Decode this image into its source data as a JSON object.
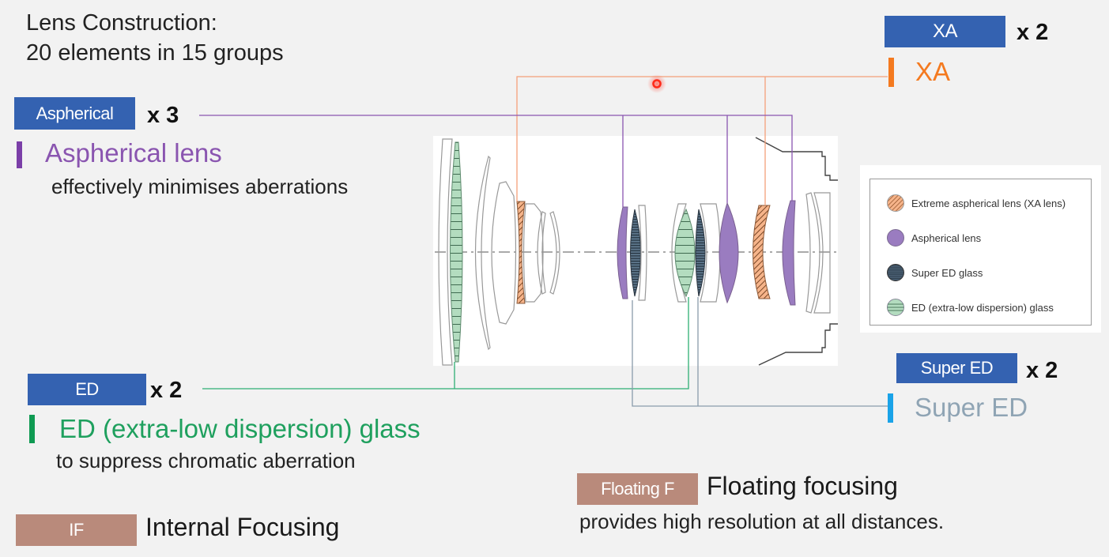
{
  "title": {
    "line1": "Lens Construction:",
    "line2": "20 elements in 15 groups"
  },
  "features": {
    "aspherical": {
      "badge": "Aspherical",
      "count": "x 3",
      "heading": "Aspherical lens",
      "description": "effectively minimises aberrations",
      "color": "#8a55b0"
    },
    "xa": {
      "badge": "XA",
      "count": "x 2",
      "heading": "XA",
      "color": "#f47a20"
    },
    "ed": {
      "badge": "ED",
      "count": "x 2",
      "heading": "ED (extra-low dispersion) glass",
      "description": "to suppress chromatic aberration",
      "color": "#1fa05e"
    },
    "super_ed": {
      "badge": "Super ED",
      "count": "x 2",
      "heading": "Super ED",
      "color": "#1aa3e8",
      "text_color": "#8fa4b4"
    },
    "internal_focusing": {
      "badge": "IF",
      "label": "Internal Focusing"
    },
    "floating_focusing": {
      "badge": "Floating F",
      "label": "Floating focusing",
      "description": "provides high resolution at all distances."
    }
  },
  "legend": {
    "items": [
      {
        "label": "Extreme aspherical lens (XA lens)",
        "icon": "xa-hatched-orange"
      },
      {
        "label": "Aspherical lens",
        "icon": "aspherical-purple"
      },
      {
        "label": "Super ED glass",
        "icon": "super-ed-dark-striped"
      },
      {
        "label": "ED (extra-low dispersion) glass",
        "icon": "ed-green-striped"
      }
    ]
  },
  "colors": {
    "badge_blue": "#3462b1",
    "badge_brown": "#b98a7b",
    "xa_fill": "#f6b48a",
    "aspherical_fill": "#9a7cc0",
    "super_ed_fill": "#4d6478",
    "ed_fill": "#b3dcbf",
    "pointer": "#ff2a1a"
  }
}
